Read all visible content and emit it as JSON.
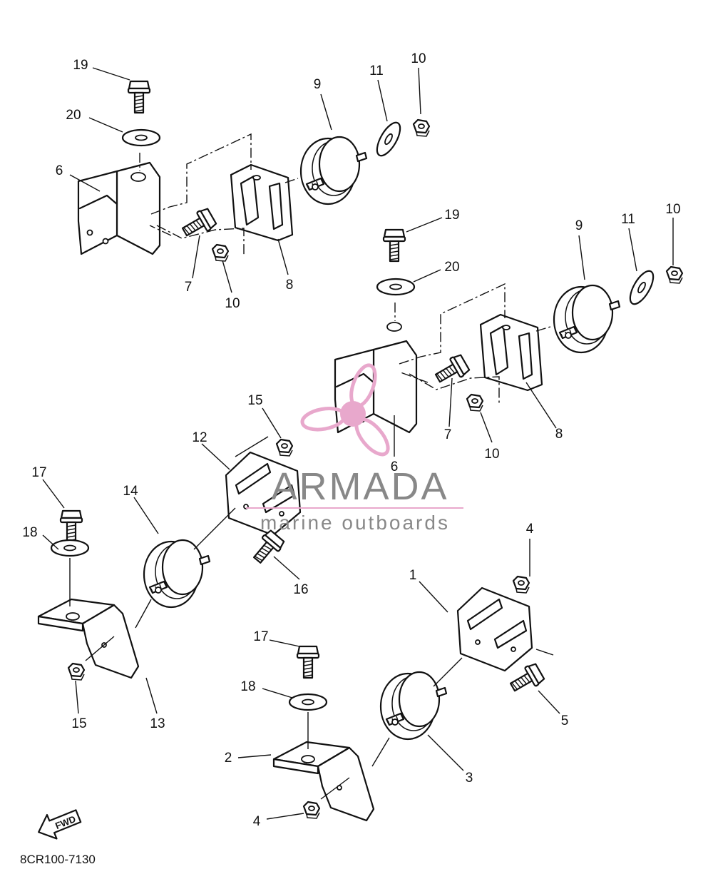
{
  "diagram": {
    "drawing_code": "8CR100-7130",
    "fwd_label": "FWD",
    "callouts": [
      {
        "label": "19"
      },
      {
        "label": "20"
      },
      {
        "label": "6"
      },
      {
        "label": "7"
      },
      {
        "label": "10"
      },
      {
        "label": "8"
      },
      {
        "label": "9"
      },
      {
        "label": "11"
      },
      {
        "label": "10"
      },
      {
        "label": "19"
      },
      {
        "label": "20"
      },
      {
        "label": "9"
      },
      {
        "label": "11"
      },
      {
        "label": "10"
      },
      {
        "label": "7"
      },
      {
        "label": "10"
      },
      {
        "label": "8"
      },
      {
        "label": "6"
      },
      {
        "label": "15"
      },
      {
        "label": "12"
      },
      {
        "label": "17"
      },
      {
        "label": "14"
      },
      {
        "label": "18"
      },
      {
        "label": "16"
      },
      {
        "label": "15"
      },
      {
        "label": "13"
      },
      {
        "label": "4"
      },
      {
        "label": "1"
      },
      {
        "label": "17"
      },
      {
        "label": "18"
      },
      {
        "label": "5"
      },
      {
        "label": "2"
      },
      {
        "label": "3"
      },
      {
        "label": "4"
      }
    ]
  },
  "watermark": {
    "brand": "ARMADA",
    "tagline": "marine outboards",
    "color": "#e8a8cc"
  }
}
